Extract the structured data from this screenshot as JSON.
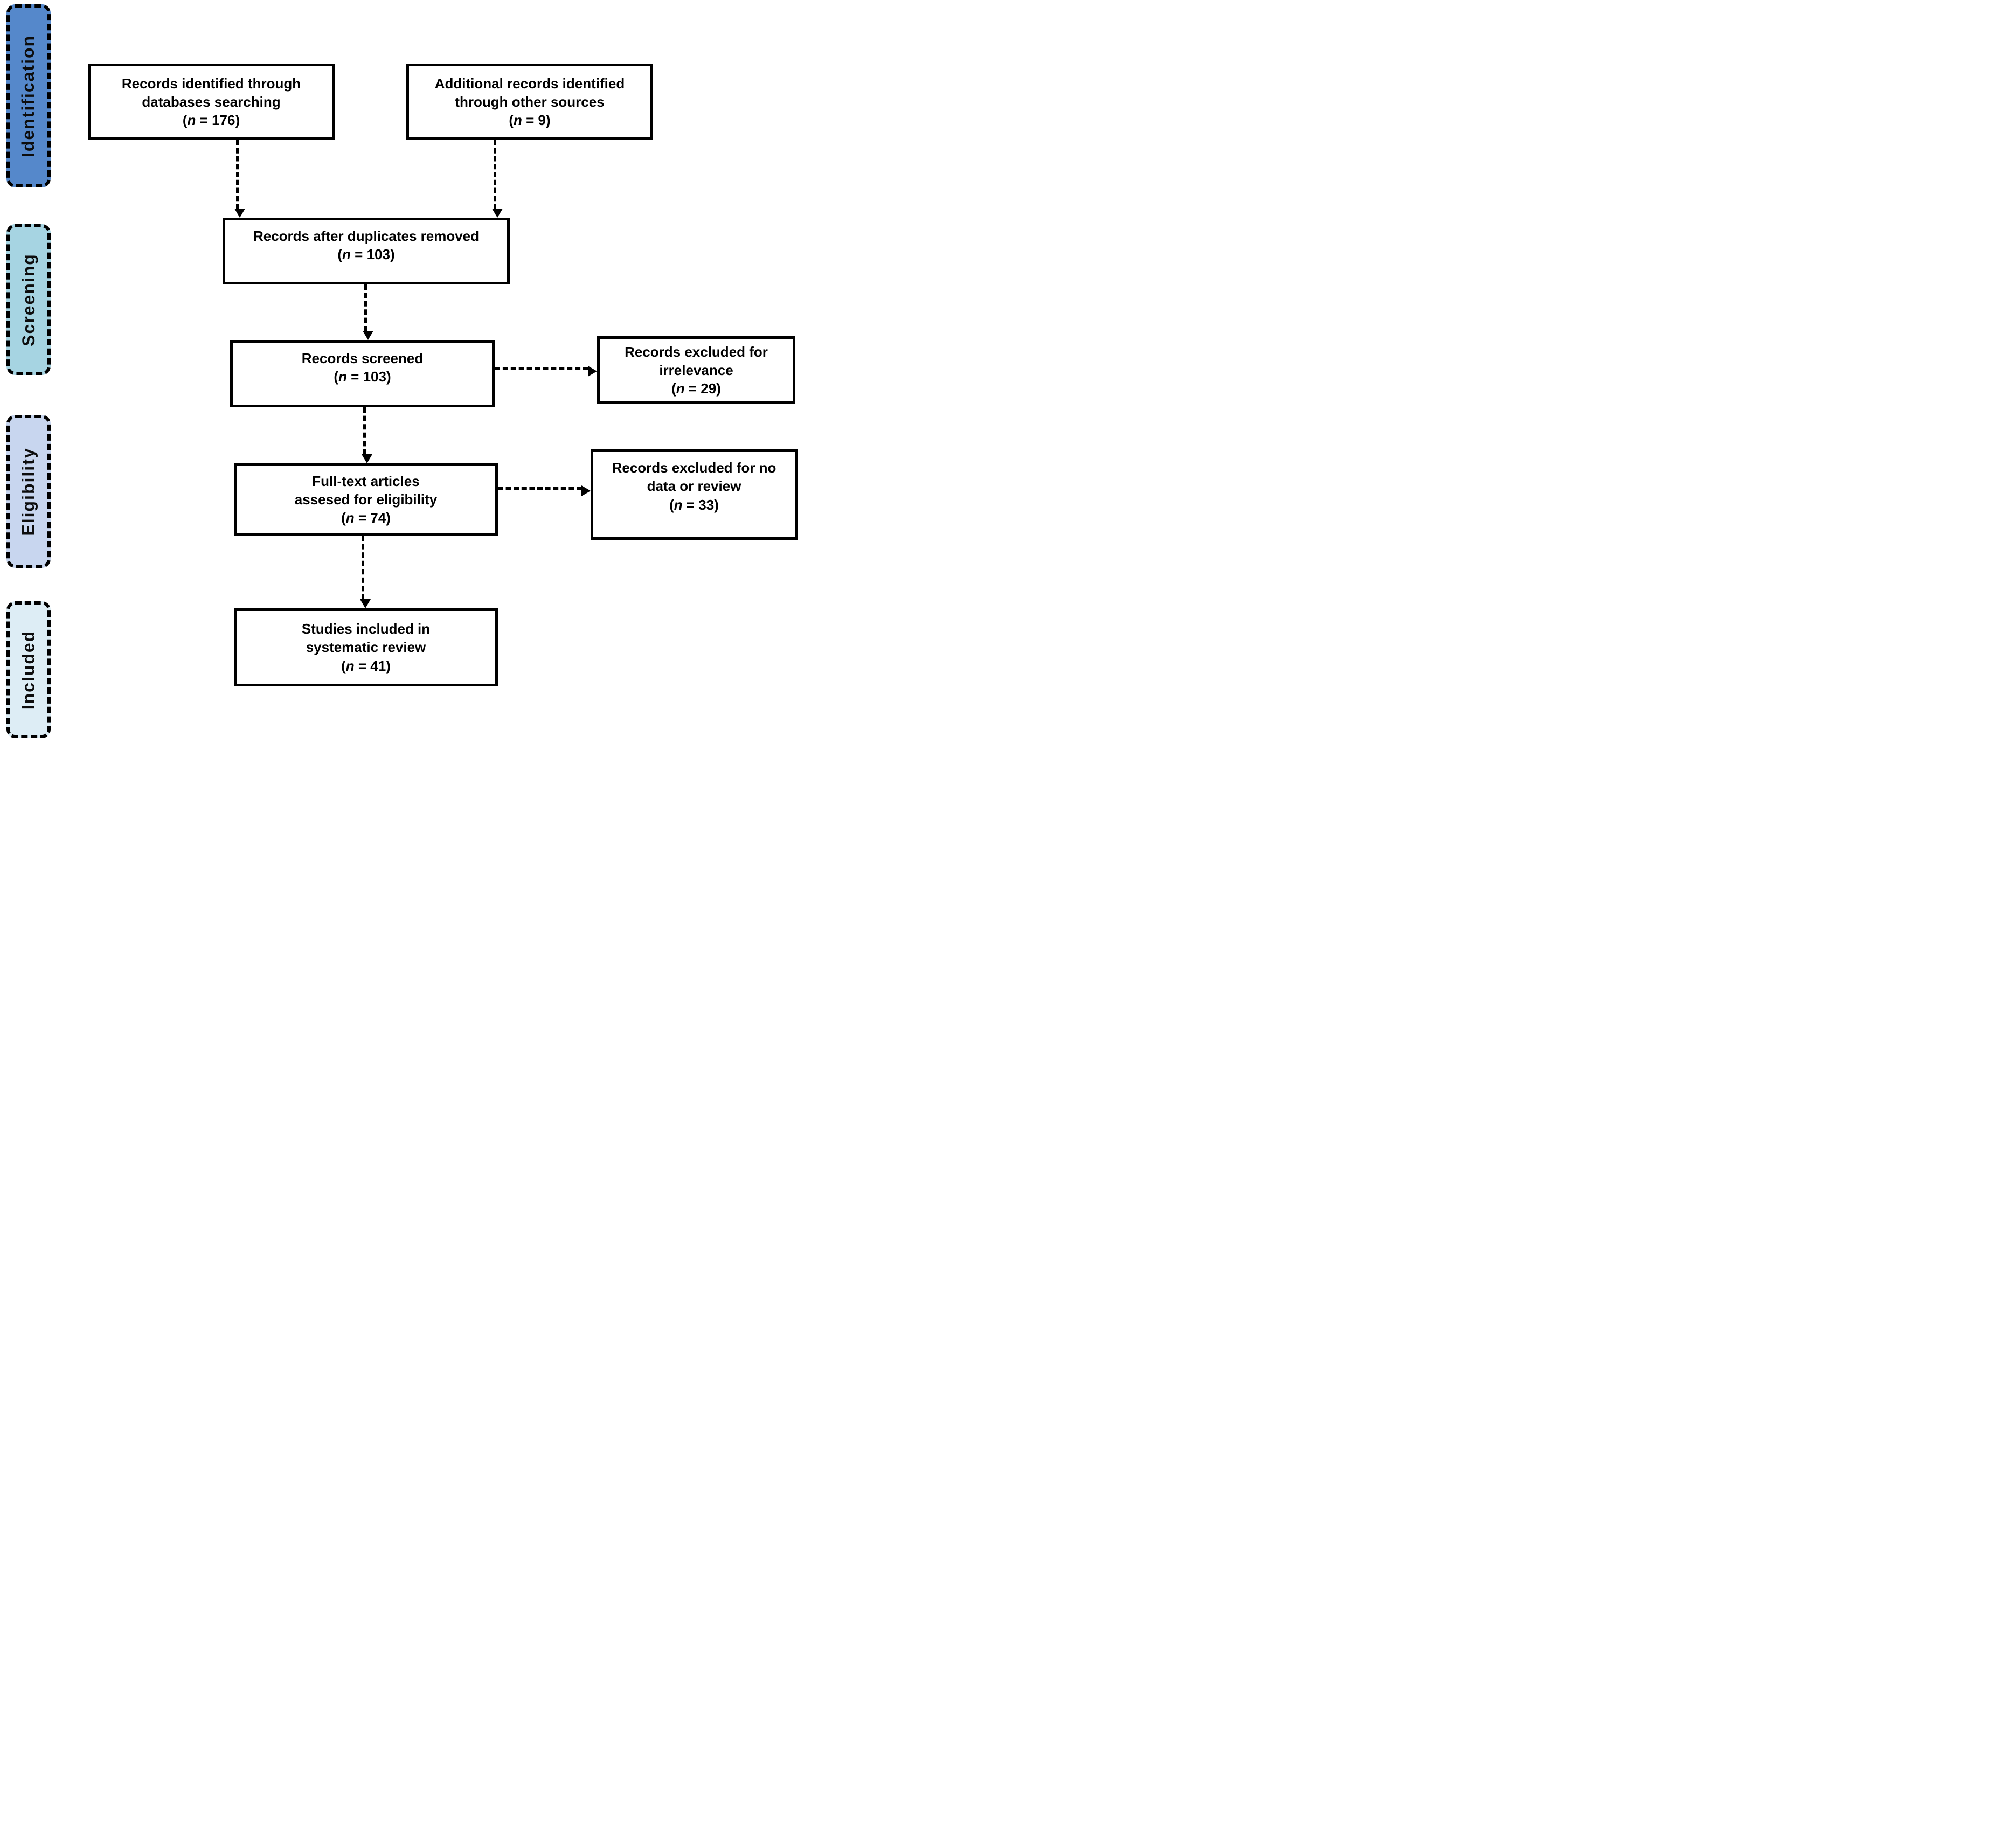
{
  "stages": [
    {
      "label": "Identification",
      "color": "#5588cb"
    },
    {
      "label": "Screening",
      "color": "#a6d4e2"
    },
    {
      "label": "Eligibility",
      "color": "#c8d6ef"
    },
    {
      "label": "Included",
      "color": "#ddedf5"
    }
  ],
  "count_format": {
    "open": "(",
    "var": "n",
    "eq": " = ",
    "close": ")"
  },
  "boxes": {
    "identified": {
      "lines": [
        "Records identified through",
        "databases searching"
      ],
      "n": "176"
    },
    "additional": {
      "lines": [
        "Additional records identified",
        "through other sources"
      ],
      "n": "9"
    },
    "duplicates": {
      "lines": [
        "Records after duplicates removed"
      ],
      "n": "103"
    },
    "screened": {
      "lines": [
        "Records screened"
      ],
      "n": "103"
    },
    "excluded_irrelevance": {
      "lines": [
        "Records excluded for",
        "irrelevance"
      ],
      "n": "29"
    },
    "fulltext": {
      "lines": [
        "Full-text articles",
        "assesed for eligibility"
      ],
      "n": "74"
    },
    "excluded_no_data": {
      "lines": [
        "Records excluded for no",
        "data or review"
      ],
      "n": "33"
    },
    "included": {
      "lines": [
        "Studies included in",
        "systematic review"
      ],
      "n": "41"
    }
  }
}
